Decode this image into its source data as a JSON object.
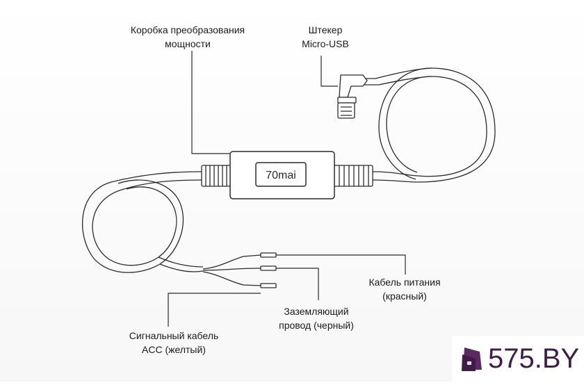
{
  "labels": {
    "power_box": [
      "Коробка преобразования",
      "мощности"
    ],
    "micro_usb": [
      "Штекер",
      "Micro-USB"
    ],
    "power_cable": [
      "Кабель питания",
      "(красный)"
    ],
    "ground_wire": [
      "Заземляющий",
      "провод (черный)"
    ],
    "acc_cable": [
      "Сигнальный кабель",
      "ACC (желтый)"
    ]
  },
  "box_brand": "70mai",
  "watermark": "575.BY",
  "colors": {
    "line": "#2a2a2a",
    "text": "#1a1a1a",
    "watermark": "#3f1d47",
    "watermark_icon": "#5a2a63"
  }
}
